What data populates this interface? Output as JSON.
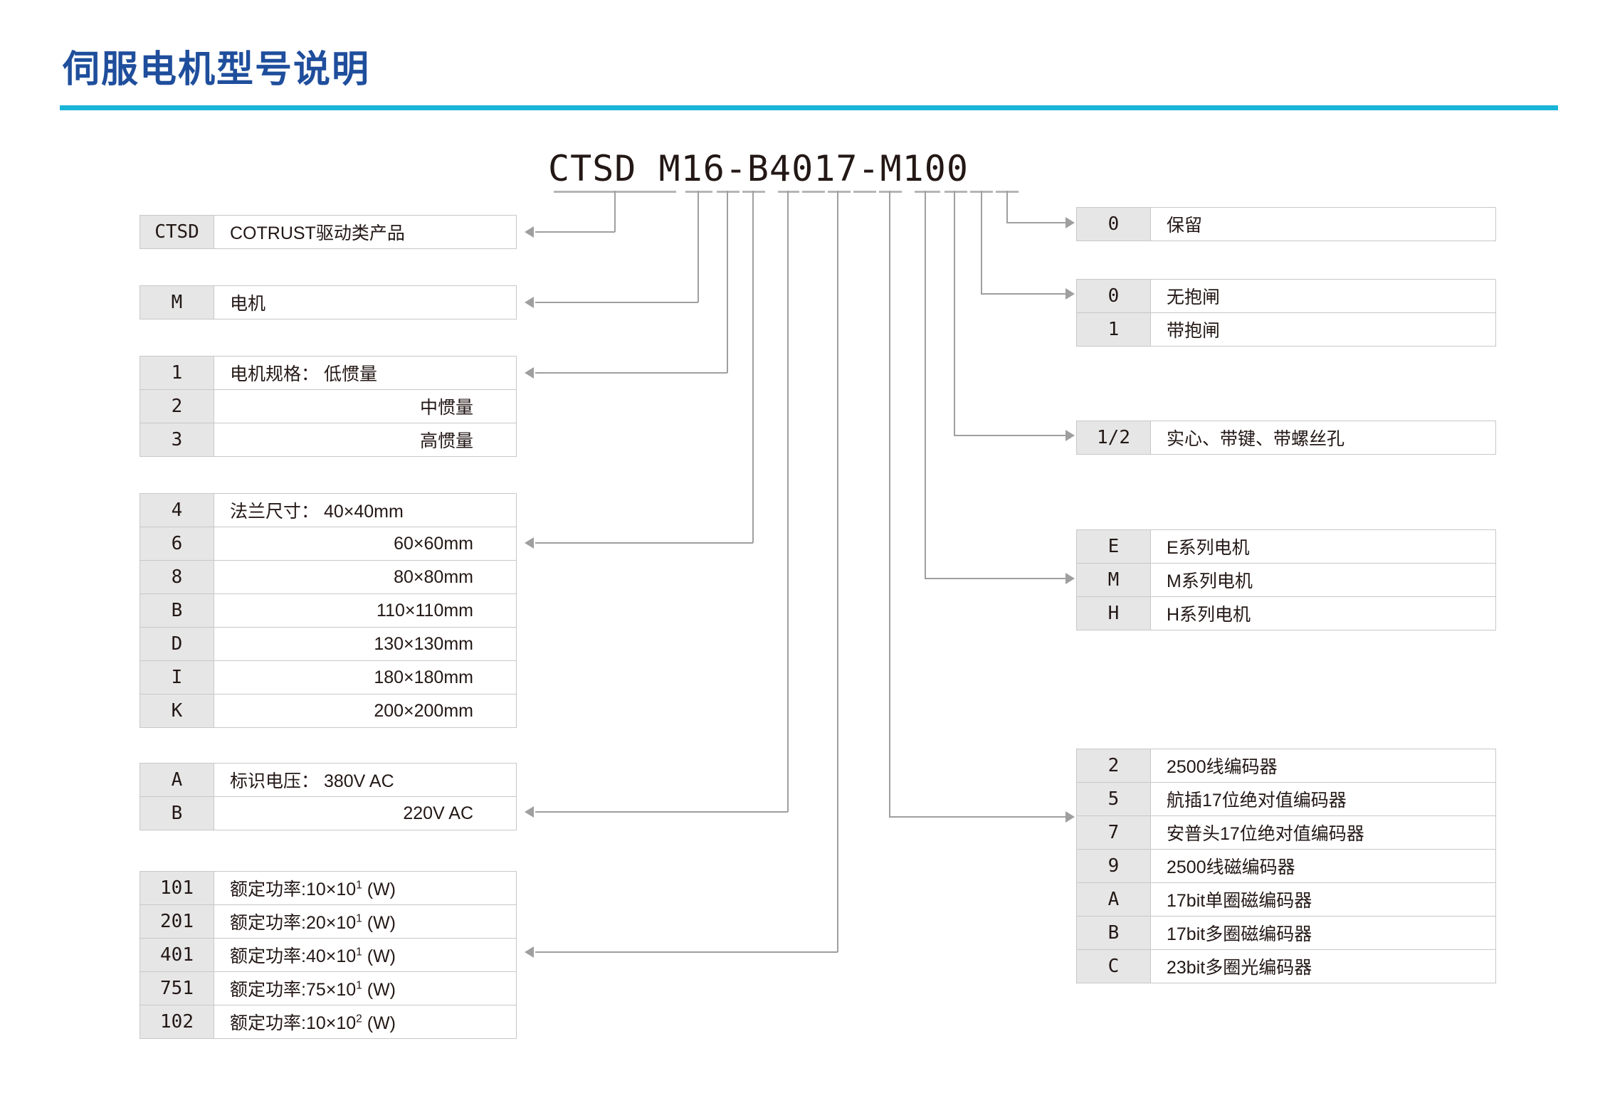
{
  "header": {
    "title": "伺服电机型号说明",
    "rule_color": "#1ab4d8",
    "title_color": "#1f4e9c"
  },
  "model": {
    "code": "CTSD M16-B4017-M100",
    "segments": [
      "CTSD",
      "M",
      "1",
      "6",
      "B",
      "4",
      "0",
      "1",
      "7",
      "M",
      "1",
      "0",
      "0"
    ]
  },
  "left_tables": {
    "series": {
      "rows": [
        {
          "key": "CTSD",
          "value": "COTRUST驱动类产品"
        }
      ]
    },
    "product_type": {
      "rows": [
        {
          "key": "M",
          "value": "电机"
        }
      ]
    },
    "inertia": {
      "head_label": "电机规格：",
      "rows": [
        {
          "key": "1",
          "value": "电机规格： 低惯量"
        },
        {
          "key": "2",
          "value": "中惯量"
        },
        {
          "key": "3",
          "value": "高惯量"
        }
      ]
    },
    "flange": {
      "head_label": "法兰尺寸：",
      "rows": [
        {
          "key": "4",
          "value": "法兰尺寸： 40×40mm"
        },
        {
          "key": "6",
          "value": "60×60mm"
        },
        {
          "key": "8",
          "value": "80×80mm"
        },
        {
          "key": "B",
          "value": "110×110mm"
        },
        {
          "key": "D",
          "value": "130×130mm"
        },
        {
          "key": "I",
          "value": "180×180mm"
        },
        {
          "key": "K",
          "value": "200×200mm"
        }
      ]
    },
    "voltage": {
      "head_label": "标识电压：",
      "rows": [
        {
          "key": "A",
          "value": "标识电压： 380V AC"
        },
        {
          "key": "B",
          "value": "220V AC"
        }
      ]
    },
    "power": {
      "rows": [
        {
          "key": "101",
          "value": "额定功率:10×10",
          "exp": "1",
          "unit": " (W)"
        },
        {
          "key": "201",
          "value": "额定功率:20×10",
          "exp": "1",
          "unit": " (W)"
        },
        {
          "key": "401",
          "value": "额定功率:40×10",
          "exp": "1",
          "unit": " (W)"
        },
        {
          "key": "751",
          "value": "额定功率:75×10",
          "exp": "1",
          "unit": " (W)"
        },
        {
          "key": "102",
          "value": "额定功率:10×10",
          "exp": "2",
          "unit": " (W)"
        }
      ]
    }
  },
  "right_tables": {
    "reserved": {
      "rows": [
        {
          "key": "0",
          "value": "保留"
        }
      ]
    },
    "brake": {
      "rows": [
        {
          "key": "0",
          "value": "无抱闸"
        },
        {
          "key": "1",
          "value": "带抱闸"
        }
      ]
    },
    "shaft": {
      "rows": [
        {
          "key": "1/2",
          "value": "实心、带键、带螺丝孔"
        }
      ]
    },
    "motor_series": {
      "rows": [
        {
          "key": "E",
          "value": "E系列电机"
        },
        {
          "key": "M",
          "value": "M系列电机"
        },
        {
          "key": "H",
          "value": "H系列电机"
        }
      ]
    },
    "encoder": {
      "rows": [
        {
          "key": "2",
          "value": "2500线编码器"
        },
        {
          "key": "5",
          "value": "航插17位绝对值编码器"
        },
        {
          "key": "7",
          "value": "安普头17位绝对值编码器"
        },
        {
          "key": "9",
          "value": "2500线磁编码器"
        },
        {
          "key": "A",
          "value": "17bit单圈磁编码器"
        },
        {
          "key": "B",
          "value": "17bit多圈磁编码器"
        },
        {
          "key": "C",
          "value": "23bit多圈光编码器"
        }
      ]
    }
  }
}
